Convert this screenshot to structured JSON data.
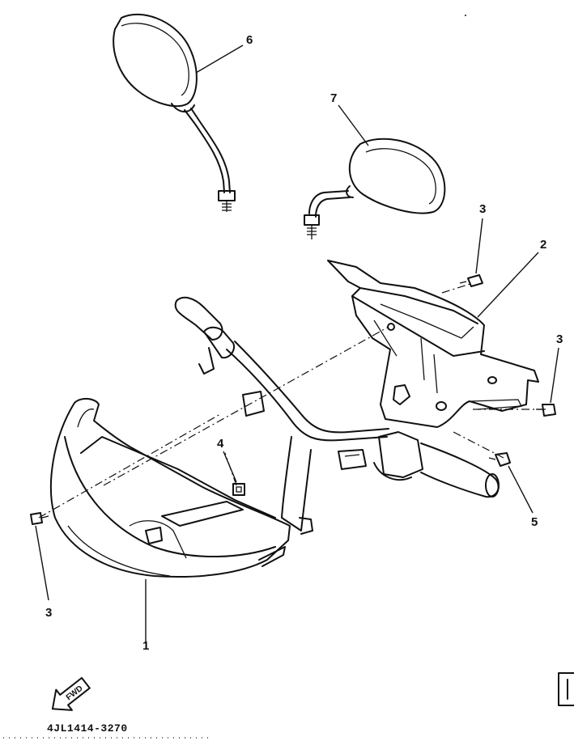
{
  "callouts": {
    "c1": "1",
    "c2": "2",
    "c3_top": "3",
    "c3_right": "3",
    "c3_left": "3",
    "c4": "4",
    "c5": "5",
    "c6": "6",
    "c7": "7"
  },
  "direction_badge": "FWD",
  "part_code": "4JL1414-3270",
  "icons": [
    "fwd-arrow-icon"
  ]
}
